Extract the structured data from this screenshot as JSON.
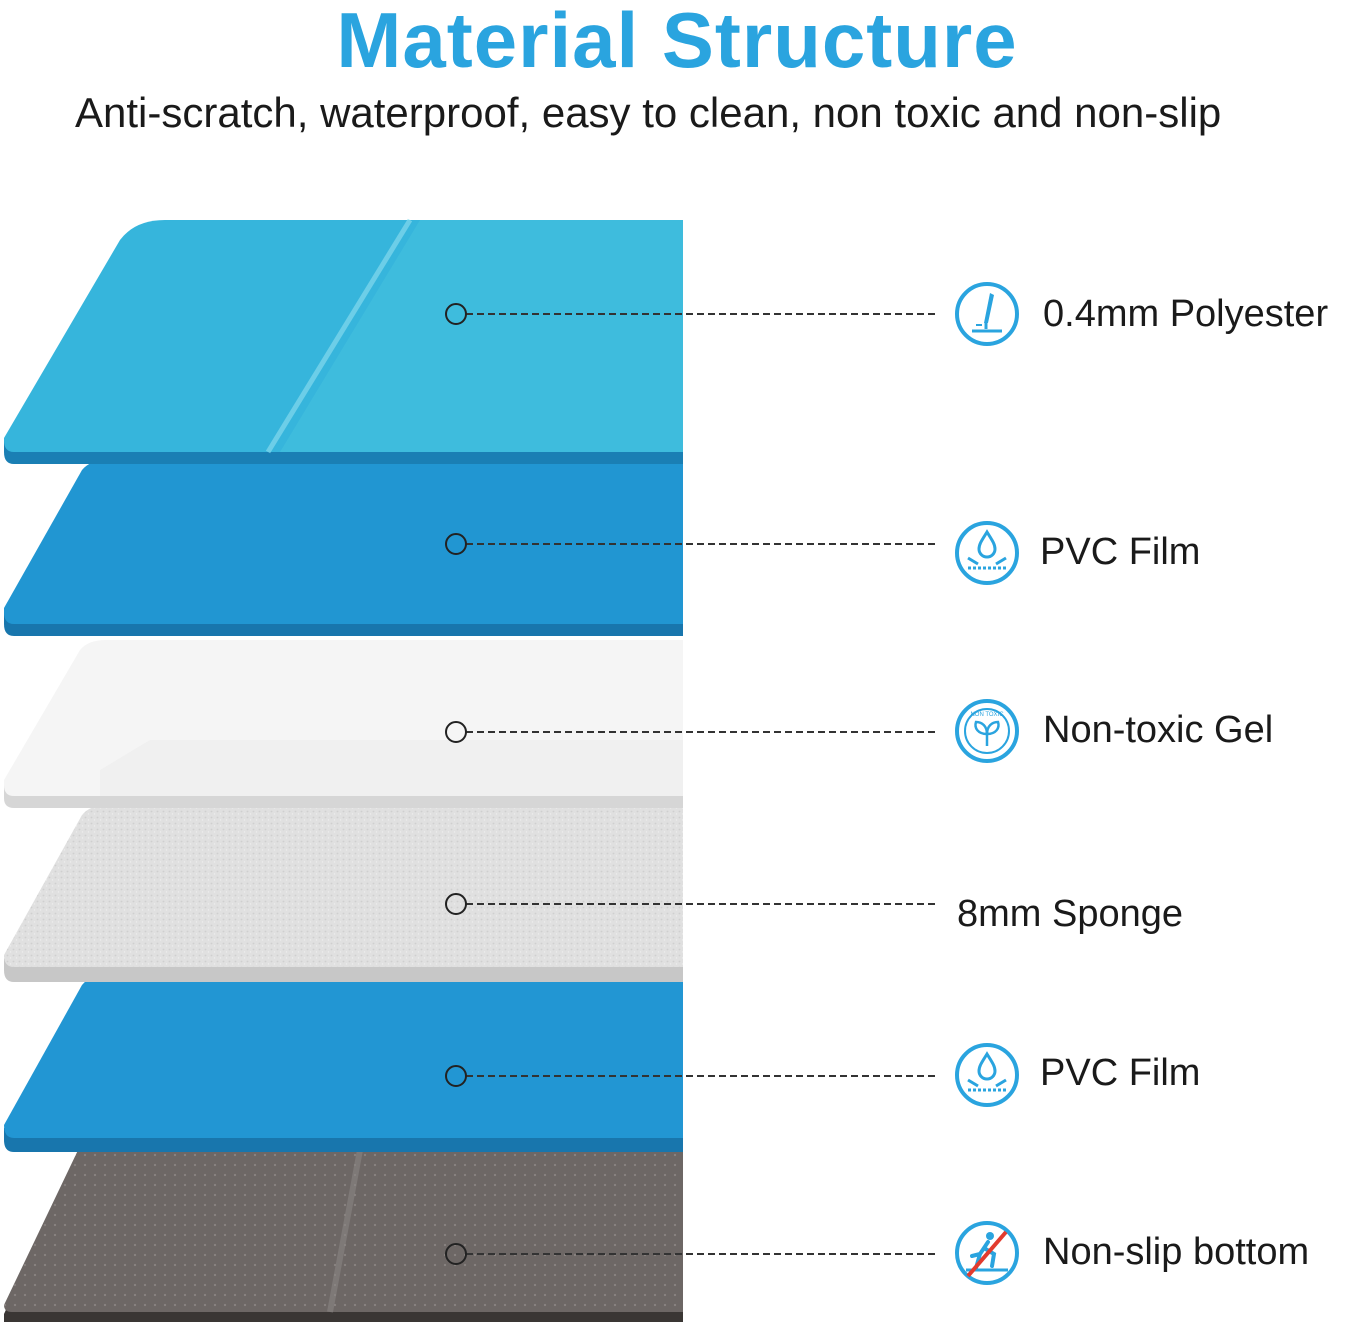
{
  "header": {
    "title": "Material Structure",
    "subtitle": "Anti-scratch, waterproof, easy to clean, non toxic and non-slip"
  },
  "colors": {
    "title": "#2aa4df",
    "icon": "#2aa4df",
    "polyester": "#3bbddc",
    "pvc": "#2196d2",
    "gel": "#f4f4f4",
    "sponge": "#e2e2e2",
    "bottom": "#6e6866"
  },
  "layers": [
    {
      "label": "0.4mm Polyester",
      "icon": "scratch-test-icon"
    },
    {
      "label": "PVC Film",
      "icon": "waterproof-drop-icon"
    },
    {
      "label": "Non-toxic Gel",
      "icon": "non-toxic-leaf-icon",
      "icon_text": "NON TOXIC"
    },
    {
      "label": "8mm Sponge",
      "icon": ""
    },
    {
      "label": "PVC Film",
      "icon": "waterproof-drop-icon"
    },
    {
      "label": "Non-slip bottom",
      "icon": "non-slip-icon"
    }
  ]
}
